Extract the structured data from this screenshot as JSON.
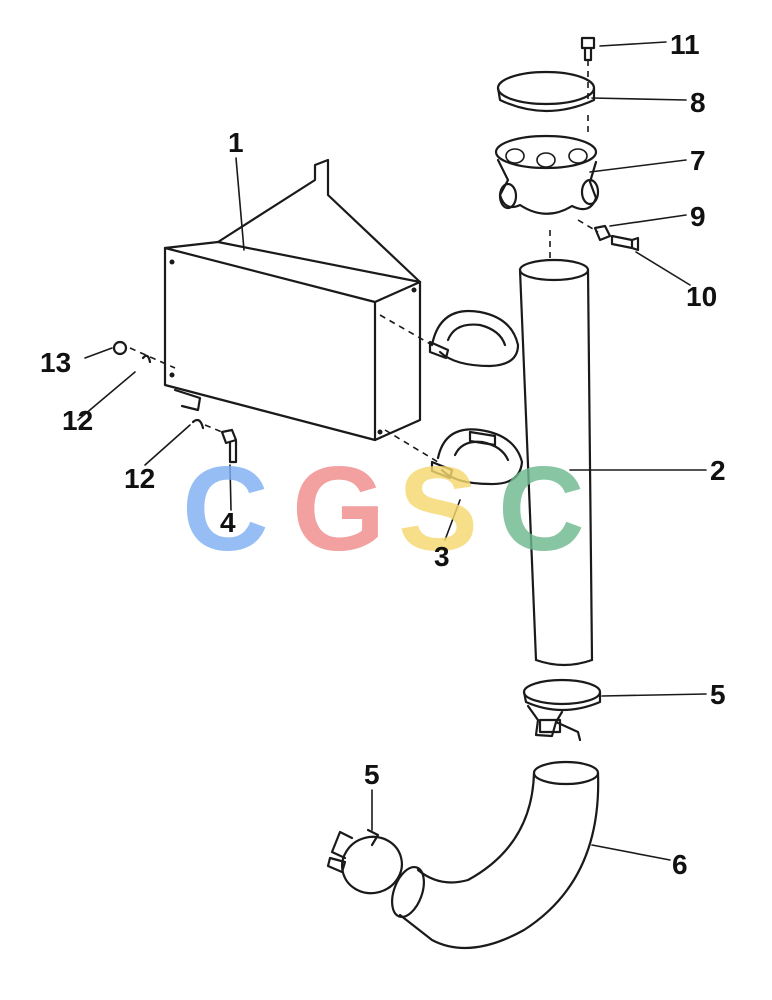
{
  "callouts": {
    "c1": "1",
    "c2": "2",
    "c3": "3",
    "c4": "4",
    "c5a": "5",
    "c5b": "5",
    "c6": "6",
    "c7": "7",
    "c8": "8",
    "c9": "9",
    "c10": "10",
    "c11": "11",
    "c12a": "12",
    "c12b": "12",
    "c13": "13"
  },
  "watermark": {
    "text": "CGSC",
    "letters": [
      "C",
      "G",
      "S",
      "C"
    ],
    "colors": [
      "#7fb0f2",
      "#f08c8c",
      "#f6d870",
      "#6fb98f"
    ]
  }
}
